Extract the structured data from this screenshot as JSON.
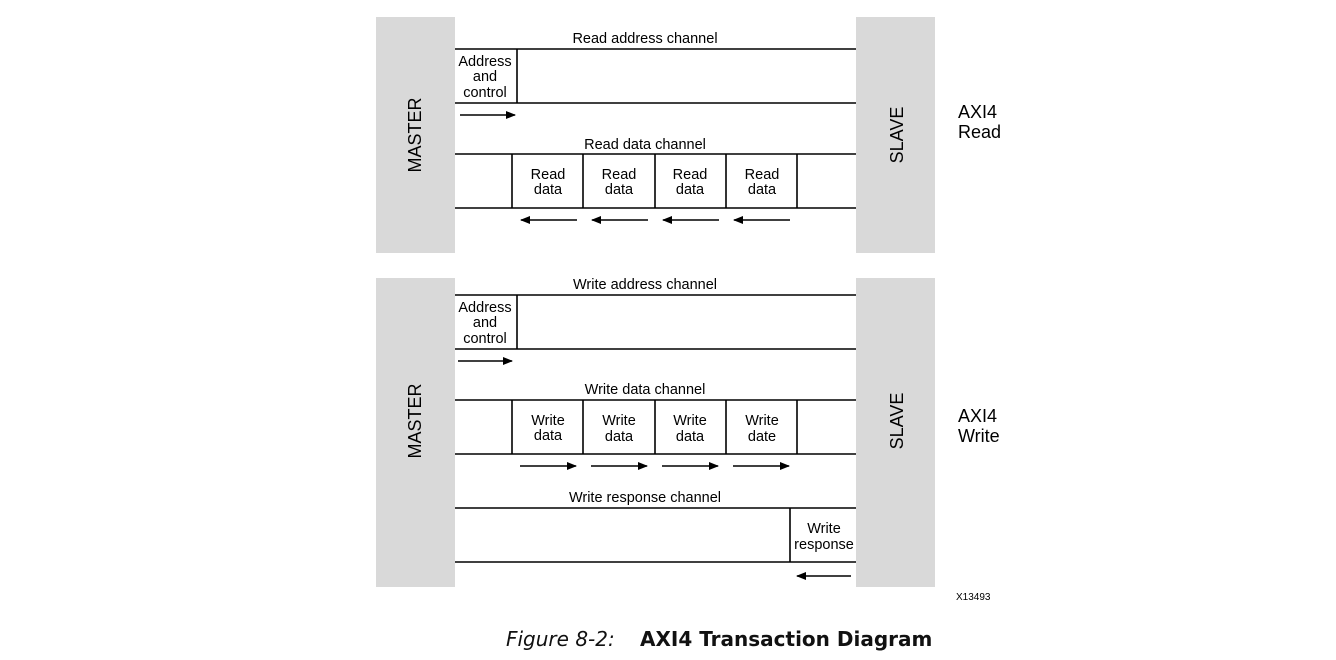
{
  "read": {
    "master_label": "MASTER",
    "slave_label": "SLAVE",
    "side_label": [
      "AXI4",
      "Read"
    ],
    "address_channel": {
      "title": "Read address channel",
      "block": [
        "Address",
        "and",
        "control"
      ]
    },
    "data_channel": {
      "title": "Read data channel",
      "blocks": [
        [
          "Read",
          "data"
        ],
        [
          "Read",
          "data"
        ],
        [
          "Read",
          "data"
        ],
        [
          "Read",
          "data"
        ]
      ]
    }
  },
  "write": {
    "master_label": "MASTER",
    "slave_label": "SLAVE",
    "side_label": [
      "AXI4",
      "Write"
    ],
    "address_channel": {
      "title": "Write address channel",
      "block": [
        "Address",
        "and",
        "control"
      ]
    },
    "data_channel": {
      "title": "Write data channel",
      "blocks": [
        [
          "Write",
          "data"
        ],
        [
          "Write",
          "data"
        ],
        [
          "Write",
          "data"
        ],
        [
          "Write",
          "date"
        ]
      ]
    },
    "response_channel": {
      "title": "Write response channel",
      "block": [
        "Write",
        "response"
      ]
    }
  },
  "figure_code": "X13493",
  "caption": {
    "number": "Figure 8-2:",
    "title": "AXI4 Transaction Diagram"
  }
}
